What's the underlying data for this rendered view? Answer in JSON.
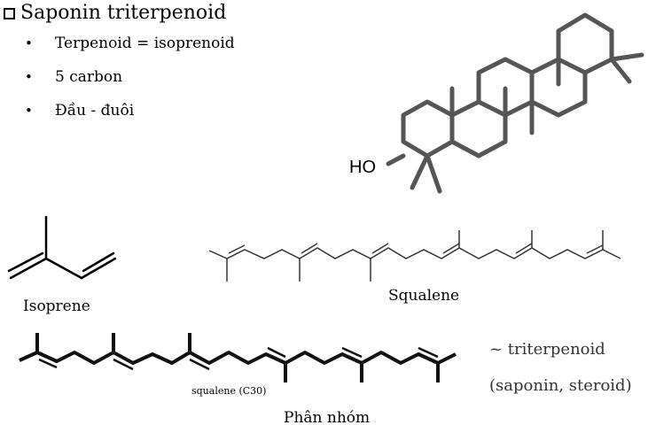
{
  "slide": {
    "heading": "Saponin triterpenoid",
    "checkbox_icon": "checkbox-square-icon",
    "bullets": [
      {
        "text": "Terpenoid = isoprenoid"
      },
      {
        "text": "5 carbon"
      },
      {
        "text": "Đầu - đuôi"
      }
    ]
  },
  "structures": {
    "oleanane_label": "HO",
    "isoprene_label": "Isoprene",
    "squalene_label": "Squalene",
    "squalene_c30_label": "squalene (C30)",
    "bottom_caption": "Phân nhóm",
    "note_line1": "~ triterpenoid",
    "note_line2": "(saponin, steroid)"
  }
}
